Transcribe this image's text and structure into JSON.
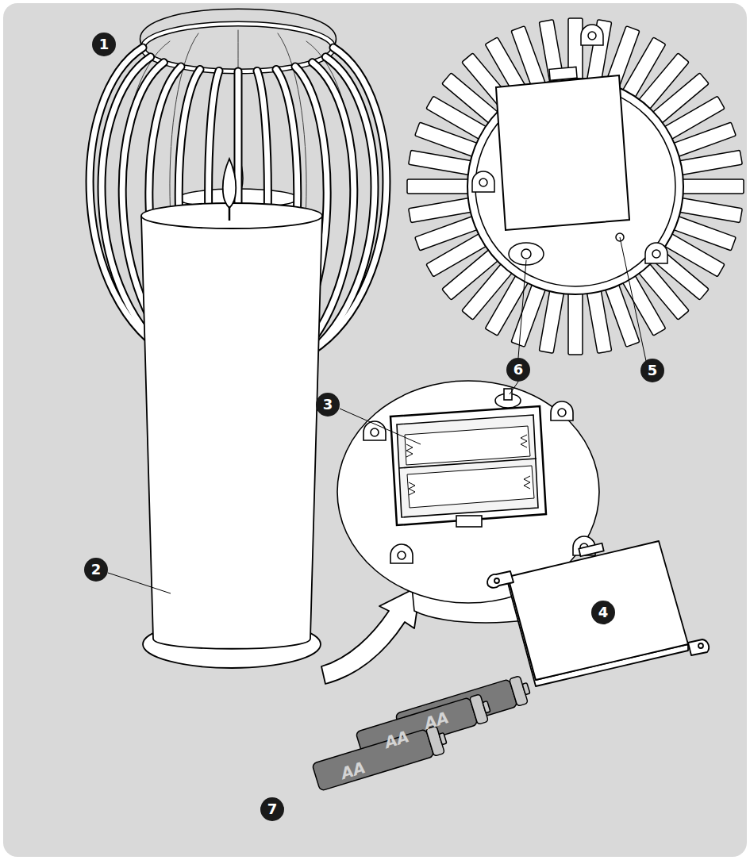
{
  "diagram": {
    "labels": [
      "1",
      "6",
      "5",
      "3",
      "2",
      "4",
      "AA",
      "AA",
      "AA",
      "7"
    ]
  }
}
